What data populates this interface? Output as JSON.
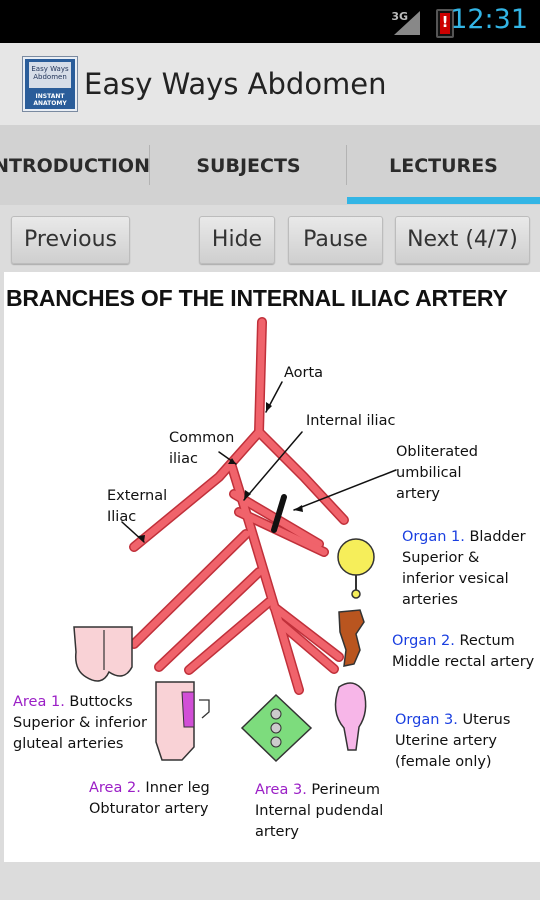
{
  "status_bar": {
    "time": "12:31",
    "network": "3G",
    "icons": [
      "signal-icon",
      "battery-alert-icon"
    ]
  },
  "app_bar": {
    "title": "Easy Ways Abdomen",
    "icon_text": "Easy Ways Abdomen",
    "icon_band": "INSTANT ANATOMY"
  },
  "tabs": [
    {
      "label": "INTRODUCTION",
      "selected": false
    },
    {
      "label": "SUBJECTS",
      "selected": false
    },
    {
      "label": "LECTURES",
      "selected": true
    }
  ],
  "controls": {
    "previous": "Previous",
    "hide": "Hide",
    "pause": "Pause",
    "next": "Next (4/7)"
  },
  "diagram": {
    "title": "BRANCHES OF THE INTERNAL ILIAC ARTERY",
    "labels": {
      "aorta": "Aorta",
      "internal_iliac": "Internal iliac",
      "common_iliac": [
        "Common",
        "iliac"
      ],
      "external_iliac": [
        "External",
        "Iliac"
      ],
      "obliterated_umbilical": [
        "Obliterated",
        "umbilical",
        "artery"
      ]
    },
    "organs": [
      {
        "tag": "Organ 1.",
        "name": "Bladder",
        "lines": [
          "Superior &",
          "inferior vesical",
          "arteries"
        ]
      },
      {
        "tag": "Organ 2.",
        "name": "Rectum",
        "lines": [
          "Middle rectal artery"
        ]
      },
      {
        "tag": "Organ 3.",
        "name": "Uterus",
        "lines": [
          "Uterine artery",
          "(female only)"
        ]
      }
    ],
    "areas": [
      {
        "tag": "Area 1.",
        "name": "Buttocks",
        "lines": [
          "Superior & inferior",
          "gluteal arteries"
        ]
      },
      {
        "tag": "Area 2.",
        "name": "Inner leg",
        "lines": [
          "Obturator artery"
        ]
      },
      {
        "tag": "Area 3.",
        "name": "Perineum",
        "lines": [
          "Internal pudendal",
          "artery"
        ]
      }
    ],
    "colors": {
      "artery": "#f0636b",
      "artery_outline": "#c0303a",
      "organ_label": "#1a3fe0",
      "area_label": "#9b1fc6"
    }
  }
}
